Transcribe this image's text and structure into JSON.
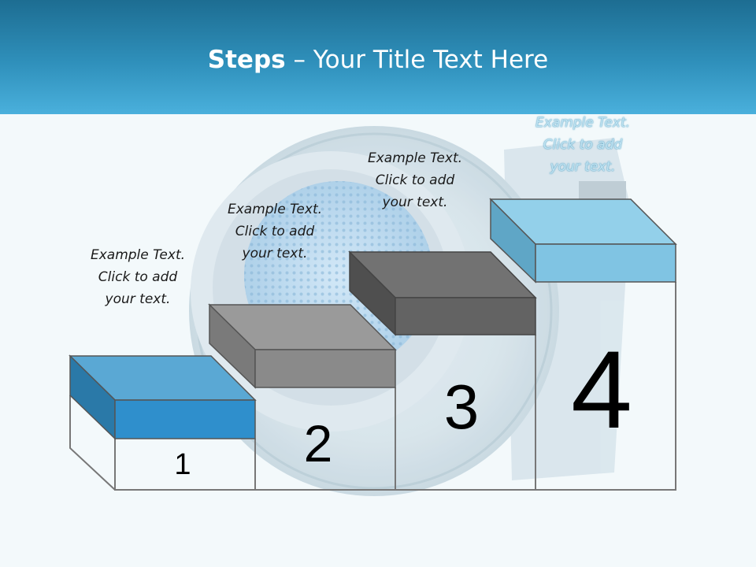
{
  "header": {
    "title_bold": "Steps",
    "title_rest": " – Your Title Text Here"
  },
  "steps": [
    {
      "number": "1",
      "caption": [
        "Example Text.",
        "Click  to add",
        "your text."
      ]
    },
    {
      "number": "2",
      "caption": [
        "Example Text.",
        "Click  to add",
        "your text."
      ]
    },
    {
      "number": "3",
      "caption": [
        "Example Text.",
        "Click  to add",
        "your text."
      ]
    },
    {
      "number": "4",
      "caption": [
        "Example Text.",
        "Click  to add",
        "your text."
      ]
    }
  ],
  "colors": {
    "header_dark": "#1d6d92",
    "header_light": "#4ab0dc",
    "step1_top": "#5aa8d4",
    "step1_front": "#2f8fcc",
    "step2_top": "#999999",
    "step2_front": "#8a8a8a",
    "step3_top": "#707070",
    "step3_front": "#636363",
    "step4_top": "#8fcde8",
    "step4_front": "#7fc3e3"
  }
}
